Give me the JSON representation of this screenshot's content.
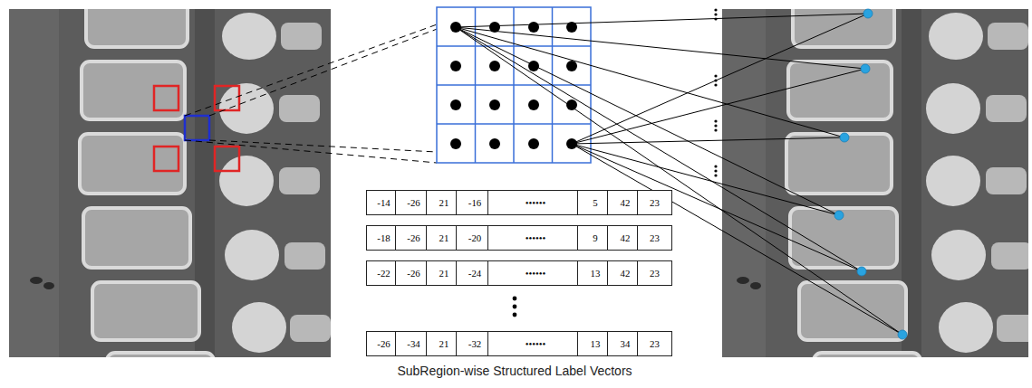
{
  "diagram": {
    "caption": "SubRegion-wise Structured Label Vectors",
    "labels": [
      "-14",
      "-26",
      "21",
      "-16",
      "••••••",
      "5",
      "42",
      "23",
      "-18",
      "-26",
      "21",
      "-20",
      "••••••",
      "9",
      "42",
      "23",
      "-22",
      "-26",
      "21",
      "-24",
      "••••••",
      "13",
      "42",
      "23",
      "-26",
      "-34",
      "21",
      "-32",
      "••••••",
      "13",
      "34",
      "23"
    ]
  }
}
